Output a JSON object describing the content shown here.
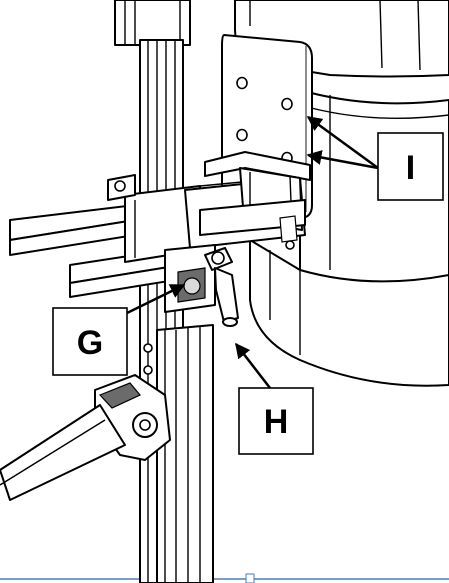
{
  "labels": {
    "g": "G",
    "h": "H",
    "i": "I"
  },
  "colors": {
    "line": "#000000",
    "background": "#ffffff",
    "frame_accent": "#4a7ebb"
  }
}
